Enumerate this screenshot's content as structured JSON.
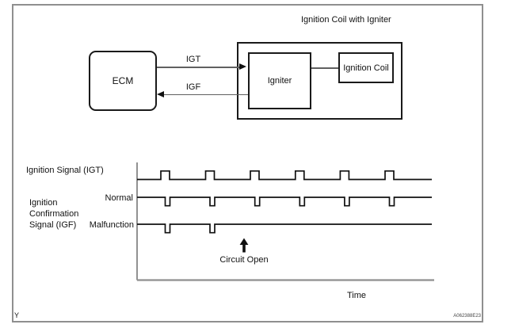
{
  "figure": {
    "corner_label": "Y",
    "id_code": "A062388E23"
  },
  "colors": {
    "waveform_line": "#101010",
    "axis_vertical": "#4a4a4a",
    "axis_bottom": "#8f8f8f",
    "signal_line": "#606060",
    "arrowhead": "#101010",
    "frame_border": "#8f8f8f",
    "box_border": "#1a1a1a"
  },
  "block_diagram": {
    "title": "Ignition Coil with Igniter",
    "ecm_label": "ECM",
    "igniter_label": "Igniter",
    "ignition_coil_label": "Ignition Coil",
    "igt_signal_label": "IGT",
    "igf_signal_label": "IGF"
  },
  "waveform": {
    "igt_row_label": "Ignition Signal (IGT)",
    "igf_row_label_lines": [
      "Ignition",
      "Confirmation",
      "Signal (IGF)"
    ],
    "normal_label": "Normal",
    "malfunction_label": "Malfunction",
    "annotation_label": "Circuit Open",
    "time_label": "Time"
  },
  "chart_data": {
    "type": "line",
    "subtype": "digital-timing-pulses",
    "title": "",
    "xlabel": "Time",
    "ylabel": "",
    "grid": false,
    "axes": {
      "x_start": 173,
      "x_end": 545,
      "x_axis_end": 548,
      "y_axis_top": 205,
      "x_axis_y": 353.5
    },
    "series": [
      {
        "name": "Ignition Signal (IGT)",
        "polarity": "up",
        "baseline_y": 226.5,
        "pulse_x": [
          203,
          259.5,
          316,
          372.8,
          429.4,
          486
        ],
        "pulse_width": 11,
        "pulse_amplitude": 10.7
      },
      {
        "name": "Ignition Confirmation Signal (IGF) - Normal",
        "polarity": "down",
        "baseline_y": 249,
        "pulse_x": [
          208.5,
          265,
          321.7,
          378.3,
          434.9,
          491.5
        ],
        "pulse_width": 6,
        "pulse_amplitude": 10.7
      },
      {
        "name": "Ignition Confirmation Signal (IGF) - Malfunction",
        "polarity": "down",
        "baseline_y": 283,
        "pulse_x": [
          208.5,
          265
        ],
        "pulse_width": 6,
        "pulse_amplitude": 10.7,
        "note": "pulses stop after second pulse (circuit open)"
      }
    ],
    "annotation": {
      "text": "Circuit Open",
      "arrow_tip_x": 308,
      "arrow_tip_y": 300.5,
      "head_half_width": 5.4,
      "head_height": 8.5,
      "shaft_width": 3.6,
      "arrow_base_y": 318.5
    }
  }
}
